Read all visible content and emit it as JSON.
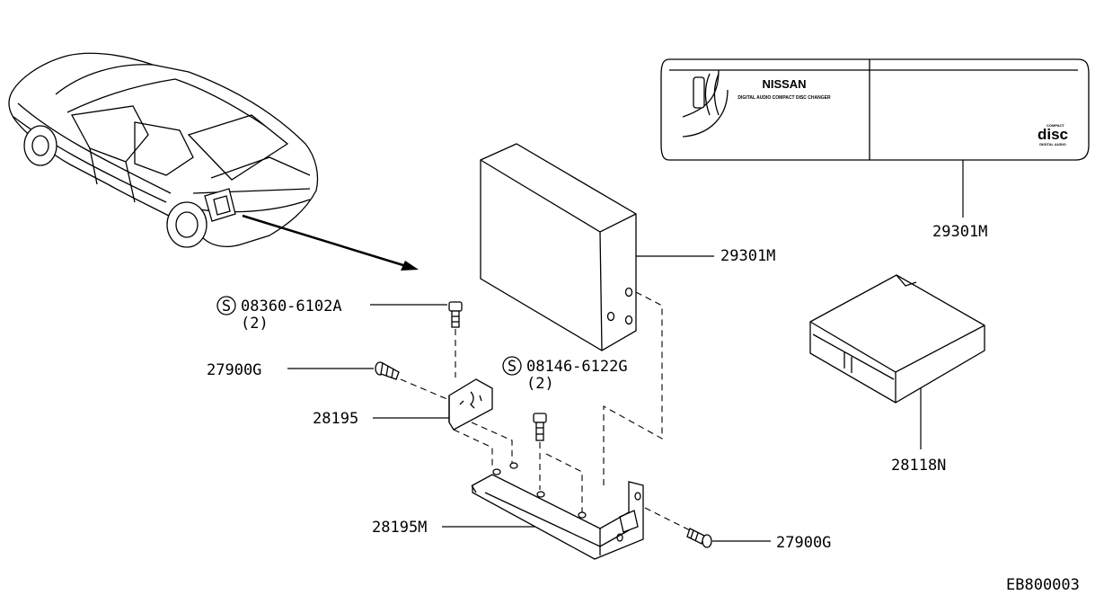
{
  "labels": {
    "part_29301M_changer": "29301M",
    "part_29301M_unit": "29301M",
    "part_28118N": "28118N",
    "part_08360": "08360-6102A",
    "part_08360_qty": "(2)",
    "part_08146": "08146-6122G",
    "part_08146_qty": "(2)",
    "part_27900G_left": "27900G",
    "part_27900G_right": "27900G",
    "part_28195": "28195",
    "part_28195M": "28195M",
    "standard_mark": "S",
    "diagram_code": "EB800003"
  },
  "changer_faceplate": {
    "brand": "NISSAN",
    "subtitle": "DIGITAL AUDIO COMPACT DISC CHANGER",
    "logo": "disc",
    "logo_top": "COMPACT",
    "logo_bottom": "DIGITAL AUDIO"
  }
}
